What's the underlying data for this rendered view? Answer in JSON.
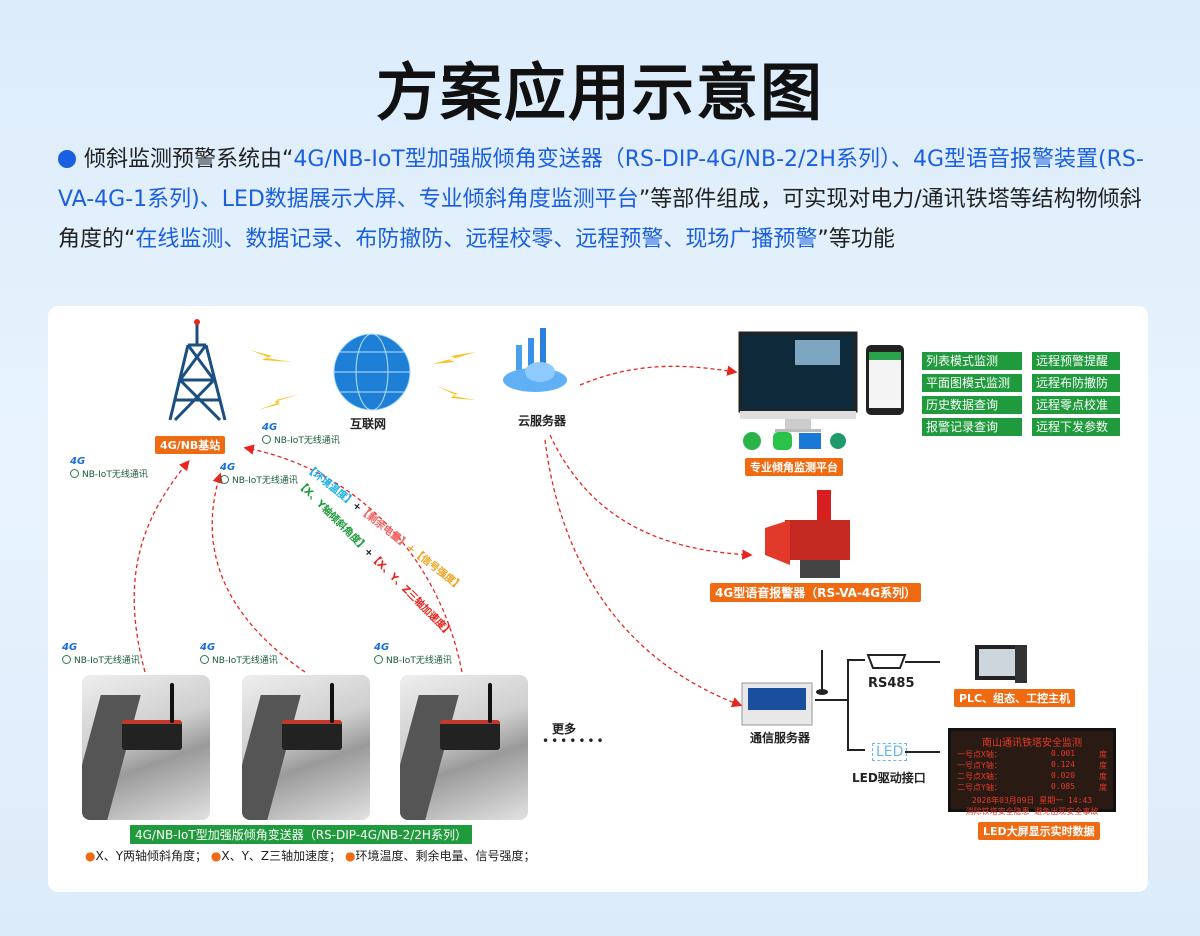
{
  "title": "方案应用示意图",
  "intro": {
    "p1": "倾斜监测预警系统由“",
    "b1": "4G/NB-IoT型加强版倾角变送器（RS-DIP-4G/NB-2/2H系列）、4G型语音报警装置(RS-VA-4G-1系列)、LED数据展示大屏、专业倾斜角度监测平台",
    "p2": "”等部件组成，可实现对电力/通讯铁塔等结构物倾斜角度的“",
    "b2": "在线监测、数据记录、布防撤防、远程校零、远程预警、现场广播预警",
    "p3": "”等功能"
  },
  "diagram": {
    "base_station": "4G/NB基站",
    "internet": "互联网",
    "cloud": "云服务器",
    "net_label": "NB-IoT无线通讯",
    "g4": "4G",
    "platform_label": "专业倾角监测平台",
    "features_left": [
      "列表模式监测",
      "平面图模式监测",
      "历史数据查询",
      "报警记录查询"
    ],
    "features_right": [
      "远程预警提醒",
      "远程布防撤防",
      "远程零点校准",
      "远程下发参数"
    ],
    "alarm_label": "4G型语音报警器（RS-VA-4G系列）",
    "comm_server": "通信服务器",
    "rs485": "RS485",
    "plc_label": "PLC、组态、工控主机",
    "led_icon": "LED",
    "led_driver": "LED驱动接口",
    "led_screen": {
      "title": "南山通讯铁塔安全监测",
      "rows": [
        [
          "一号点X轴：",
          "0.001",
          "度"
        ],
        [
          "一号点Y轴：",
          "0.124",
          "度"
        ],
        [
          "二号点X轴：",
          "0.020",
          "度"
        ],
        [
          "二号点Y轴：",
          "0.085",
          "度"
        ]
      ],
      "date": "2028年03月09日 星期一 14:43",
      "slogan": "消除铁塔安全隐患 避免出现安全事故"
    },
    "led_label": "LED大屏显示实时数据",
    "more": "更多",
    "arc_text": {
      "t1": "【环境温度】",
      "t2": "【X、Y轴倾斜角度】",
      "t3": "【剩余电量】",
      "t4": "【X、Y、Z三轴加速度】",
      "t5": "【信号强度】",
      "plus": "+"
    },
    "sensor_label": "4G/NB-IoT型加强版倾角变送器（RS-DIP-4G/NB-2/2H系列）",
    "bullets": [
      "X、Y两轴倾斜角度；",
      "X、Y、Z三轴加速度；",
      "环境温度、剩余电量、信号强度；"
    ],
    "colors": {
      "orange": "#f06a12",
      "green": "#1f9a3c",
      "blue": "#1a5fe0",
      "arrow": "#e8251f"
    }
  }
}
